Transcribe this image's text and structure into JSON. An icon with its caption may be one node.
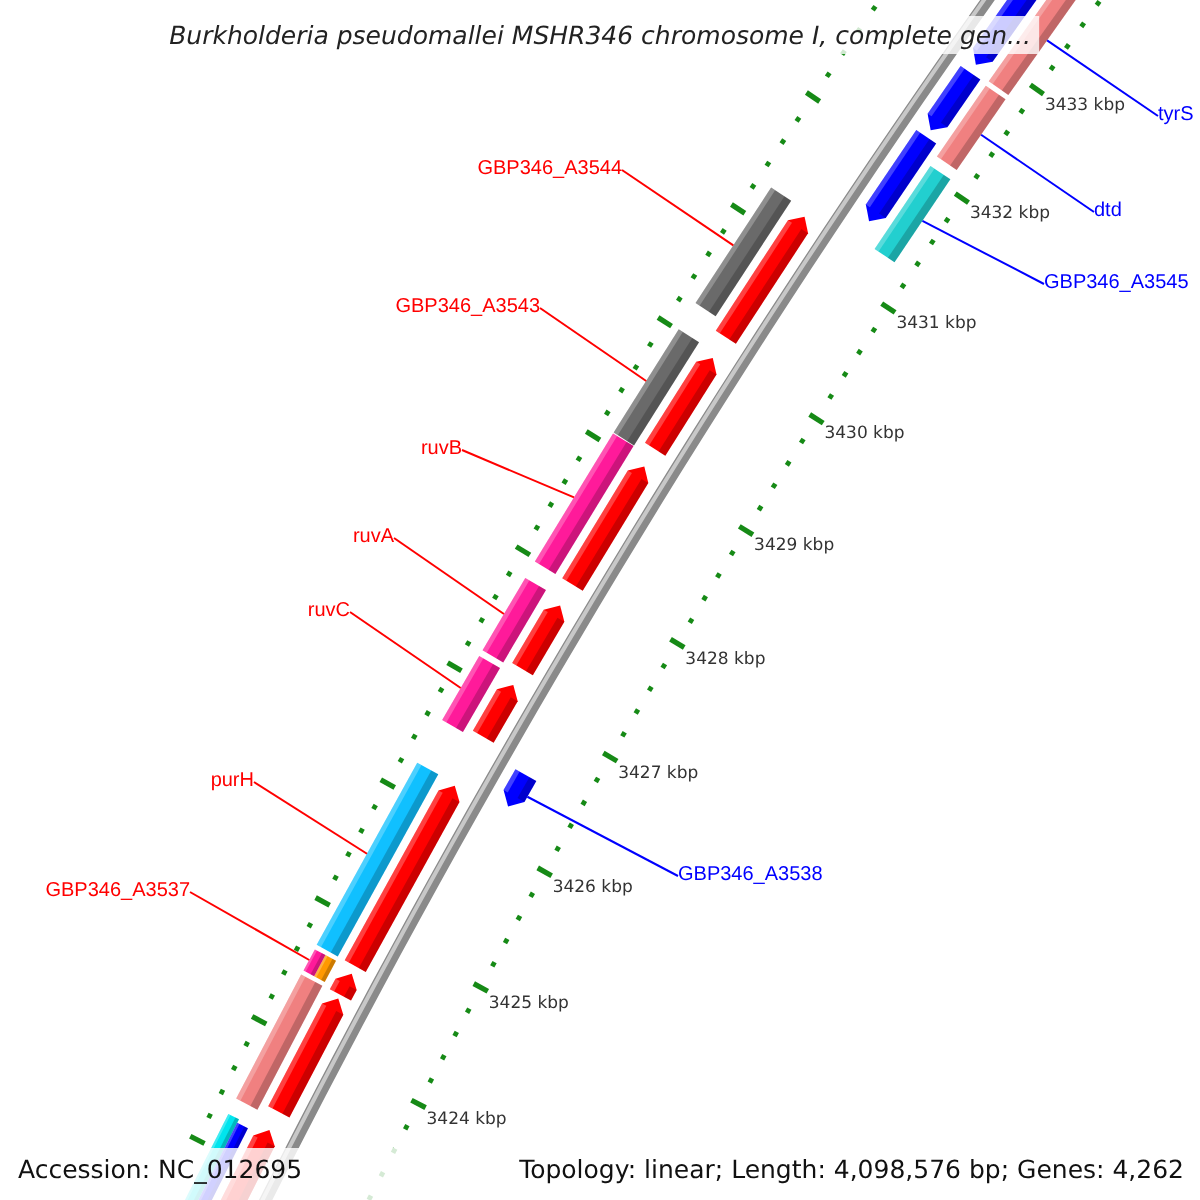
{
  "diagram": {
    "title": "Burkholderia pseudomallei MSHR346 chromosome I, complete gen...",
    "nodes": [
      {
        "text": [
          "tyrS"
        ]
      },
      {
        "text": [
          "GBP346_A3544"
        ]
      },
      {
        "text": [
          "dtd"
        ]
      },
      {
        "text": [
          "GBP346_A3545"
        ]
      },
      {
        "text": [
          "GBP346_A3543"
        ]
      },
      {
        "text": [
          "ruvB"
        ]
      },
      {
        "text": [
          "ruvA"
        ]
      },
      {
        "text": [
          "ruvC"
        ]
      },
      {
        "text": [
          "purH"
        ]
      },
      {
        "text": [
          "GBP346_A3538"
        ]
      },
      {
        "text": [
          "GBP346_A3537"
        ]
      },
      {
        "text": [],
        "shape": "bar"
      },
      {
        "text": [],
        "shape": "bar"
      },
      {
        "text": [],
        "shape": "bar"
      },
      {
        "text": [],
        "shape": "bar"
      },
      {
        "text": [],
        "shape": "bar"
      },
      {
        "text": [],
        "shape": "bar"
      },
      {
        "text": [],
        "shape": "bar"
      },
      {
        "text": [],
        "shape": "bar"
      },
      {
        "text": [],
        "shape": "bar"
      },
      {
        "text": [],
        "shape": "bar"
      },
      {
        "text": [],
        "shape": "bar"
      },
      {
        "text": [],
        "shape": "bar"
      }
    ],
    "edges": [
      {
        "from": 0,
        "to": 11,
        "arrow": "none",
        "color": "#0000ff"
      },
      {
        "from": 1,
        "to": 14,
        "arrow": "none"
      },
      {
        "from": 2,
        "to": 12,
        "arrow": "none",
        "color": "#0000ff"
      },
      {
        "from": 3,
        "to": 13,
        "arrow": "none",
        "color": "#0000ff"
      },
      {
        "from": 4,
        "to": 15,
        "arrow": "none"
      },
      {
        "from": 5,
        "to": 16,
        "arrow": "none"
      },
      {
        "from": 6,
        "to": 17,
        "arrow": "none"
      },
      {
        "from": 7,
        "to": 18,
        "arrow": "none"
      },
      {
        "from": 8,
        "to": 19,
        "arrow": "none"
      },
      {
        "from": 9,
        "to": 20,
        "arrow": "none",
        "color": "#0000ff"
      },
      {
        "from": 10,
        "to": 21,
        "arrow": "none"
      }
    ],
    "labels": [
      "3433 kbp",
      "3432 kbp",
      "3431 kbp",
      "3430 kbp",
      "3429 kbp",
      "3428 kbp",
      "3427 kbp",
      "3426 kbp",
      "3425 kbp",
      "3424 kbp",
      "Accession: NC_012695",
      "Topology: linear; Length: 4,098,576 bp; Genes: 4,262"
    ]
  }
}
